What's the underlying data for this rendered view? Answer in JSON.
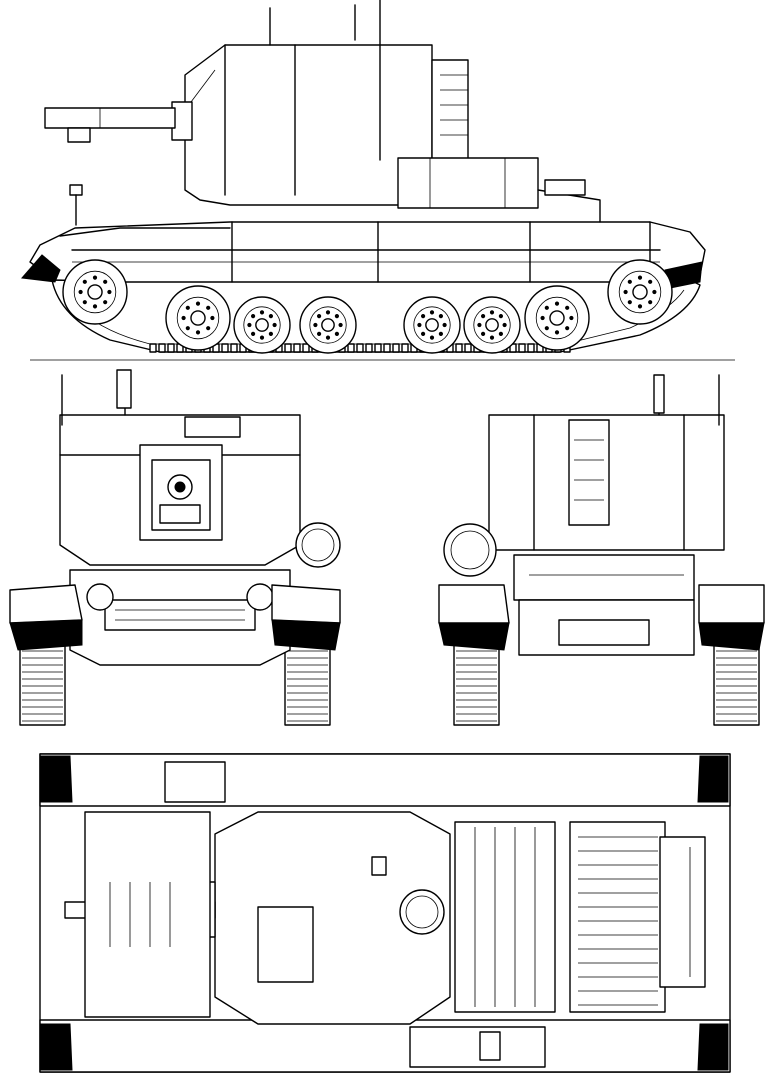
{
  "drawing": {
    "subject": "",
    "views": [
      {
        "id": "side",
        "icon": "side-elevation-view"
      },
      {
        "id": "front",
        "icon": "front-elevation-view"
      },
      {
        "id": "rear",
        "icon": "rear-elevation-view"
      },
      {
        "id": "top",
        "icon": "plan-view"
      }
    ],
    "colors": {
      "line": "#000000",
      "background": "#ffffff"
    }
  }
}
